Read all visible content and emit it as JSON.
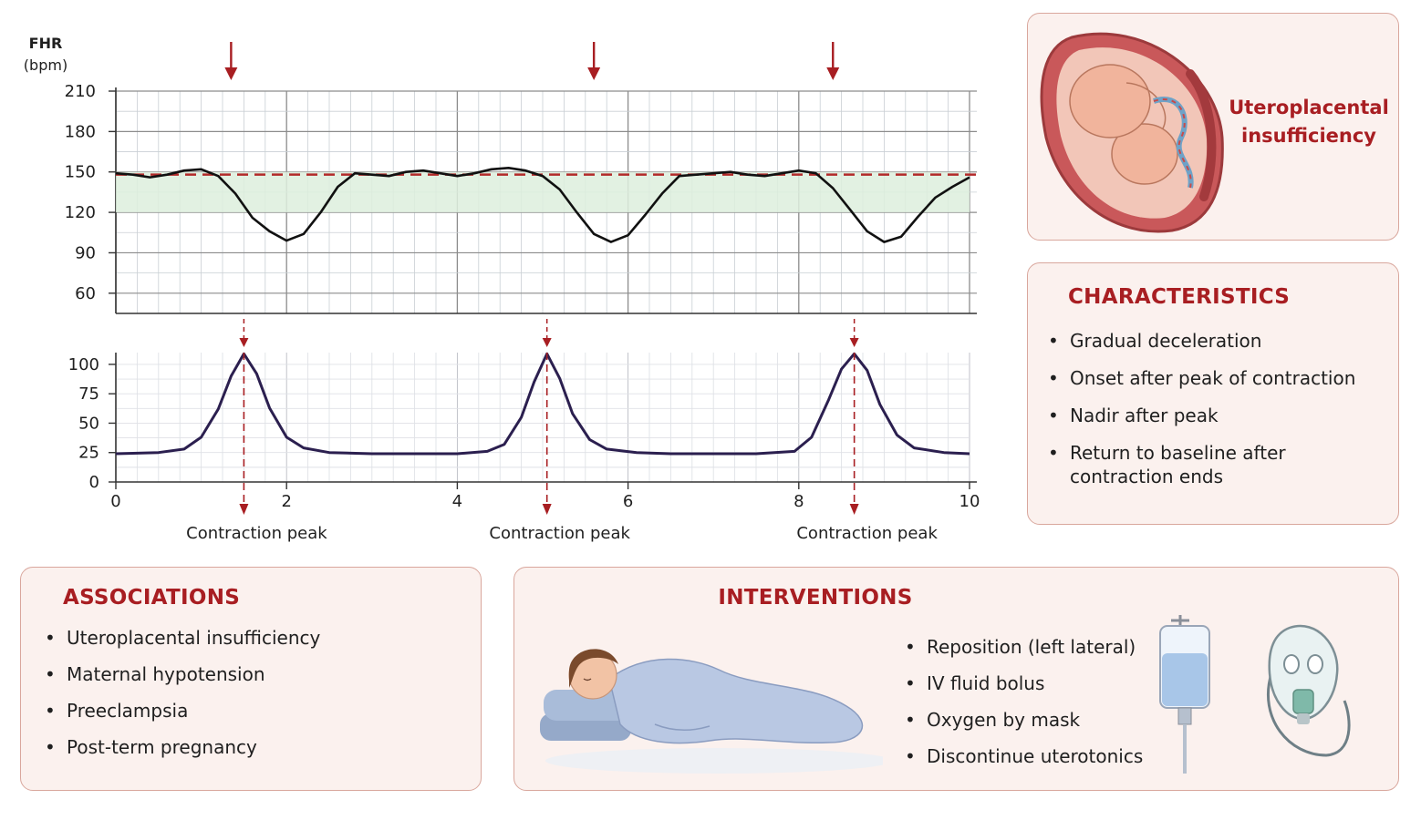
{
  "chart_data": [
    {
      "type": "line",
      "ylabel": "FHR\n(bpm)",
      "ylim": [
        45,
        210
      ],
      "yticks": [
        210,
        180,
        150,
        120,
        90,
        60
      ],
      "xlim": [
        0,
        10
      ],
      "baseline": 148,
      "normal_band": [
        120,
        150
      ],
      "series": [
        {
          "x": [
            0,
            0.2,
            0.4,
            0.6,
            0.8,
            1.0,
            1.2,
            1.4,
            1.6,
            1.8,
            2.0,
            2.2,
            2.4,
            2.6,
            2.8,
            3.0,
            3.2,
            3.4,
            3.6,
            3.8,
            4.0,
            4.2,
            4.4,
            4.6,
            4.8,
            5.0,
            5.2,
            5.4,
            5.6,
            5.8,
            6.0,
            6.2,
            6.4,
            6.6,
            6.8,
            7.0,
            7.2,
            7.4,
            7.6,
            7.8,
            8.0,
            8.2,
            8.4,
            8.6,
            8.8,
            9.0,
            9.2,
            9.4,
            9.6,
            9.8,
            10.0
          ],
          "values": [
            149,
            148,
            146,
            148,
            151,
            152,
            147,
            134,
            116,
            106,
            99,
            104,
            120,
            139,
            149,
            148,
            147,
            150,
            151,
            149,
            147,
            149,
            152,
            153,
            151,
            147,
            137,
            120,
            104,
            98,
            103,
            118,
            134,
            147,
            148,
            149,
            150,
            148,
            147,
            149,
            151,
            149,
            138,
            122,
            106,
            98,
            102,
            117,
            131,
            139,
            146
          ]
        }
      ]
    },
    {
      "type": "line",
      "ylim": [
        0,
        110
      ],
      "yticks": [
        100,
        75,
        50,
        25,
        0
      ],
      "xlim": [
        0,
        10
      ],
      "xticks": [
        0,
        2,
        4,
        6,
        8,
        10
      ],
      "contraction_peaks": [
        1.5,
        5.05,
        8.65
      ],
      "series": [
        {
          "x": [
            0,
            0.5,
            0.8,
            1.0,
            1.2,
            1.35,
            1.5,
            1.65,
            1.8,
            2.0,
            2.2,
            2.5,
            3.0,
            3.5,
            4.0,
            4.35,
            4.55,
            4.75,
            4.9,
            5.05,
            5.2,
            5.35,
            5.55,
            5.75,
            6.1,
            6.5,
            7.0,
            7.5,
            7.95,
            8.15,
            8.35,
            8.5,
            8.65,
            8.8,
            8.95,
            9.15,
            9.35,
            9.7,
            10.0
          ],
          "values": [
            24,
            25,
            28,
            38,
            62,
            90,
            109,
            92,
            63,
            38,
            29,
            25,
            24,
            24,
            24,
            26,
            32,
            55,
            85,
            109,
            88,
            58,
            36,
            28,
            25,
            24,
            24,
            24,
            26,
            38,
            70,
            96,
            109,
            95,
            66,
            40,
            29,
            25,
            24
          ]
        }
      ],
      "annotations": [
        "Contraction peak",
        "Contraction peak",
        "Contraction peak"
      ]
    }
  ],
  "insufficiency": {
    "title": "Uteroplacental insufficiency"
  },
  "characteristics": {
    "title": "CHARACTERISTICS",
    "items": [
      "Gradual deceleration",
      "Onset after peak of contraction",
      "Nadir after peak",
      "Return to baseline after contraction ends"
    ]
  },
  "associations": {
    "title": "ASSOCIATIONS",
    "items": [
      "Uteroplacental insufficiency",
      "Maternal hypotension",
      "Preeclampsia",
      "Post-term pregnancy"
    ]
  },
  "interventions": {
    "title": "INTERVENTIONS",
    "items": [
      "Reposition (left lateral)",
      "IV fluid bolus",
      "Oxygen by mask",
      "Discontinue uterotonics"
    ]
  },
  "colors": {
    "accent": "#a81e22",
    "card_bg": "#fbf1ee",
    "card_border": "#d9a79d",
    "fhr_trace": "#111111",
    "toco_trace": "#2b1f4f",
    "band": "#ddeedd"
  }
}
